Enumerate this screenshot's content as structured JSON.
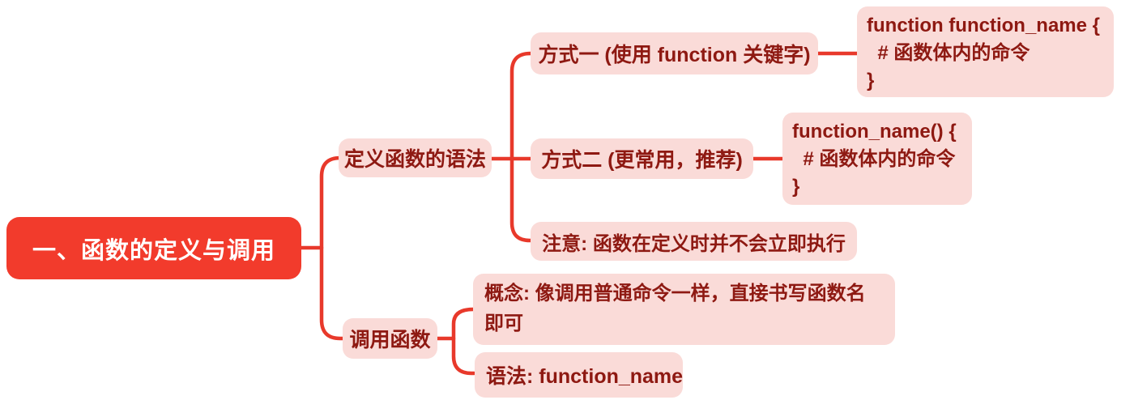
{
  "colors": {
    "root_background": "#f23b2c",
    "node_background": "#fadbd8",
    "node_text": "#8e1912",
    "root_text": "#ffffff",
    "connector": "#e8392b"
  },
  "root": {
    "label": "一、函数的定义与调用"
  },
  "branches": [
    {
      "label": "定义函数的语法",
      "children": [
        {
          "label": "方式一 (使用 function 关键字)",
          "code": "function function_name {\n  # 函数体内的命令\n}"
        },
        {
          "label": "方式二 (更常用，推荐)",
          "code": "function_name() {\n  # 函数体内的命令\n}"
        },
        {
          "label": "注意: 函数在定义时并不会立即执行"
        }
      ]
    },
    {
      "label": "调用函数",
      "children": [
        {
          "label": "概念: 像调用普通命令一样，直接书写函数名即可"
        },
        {
          "label": "语法: function_name"
        }
      ]
    }
  ]
}
